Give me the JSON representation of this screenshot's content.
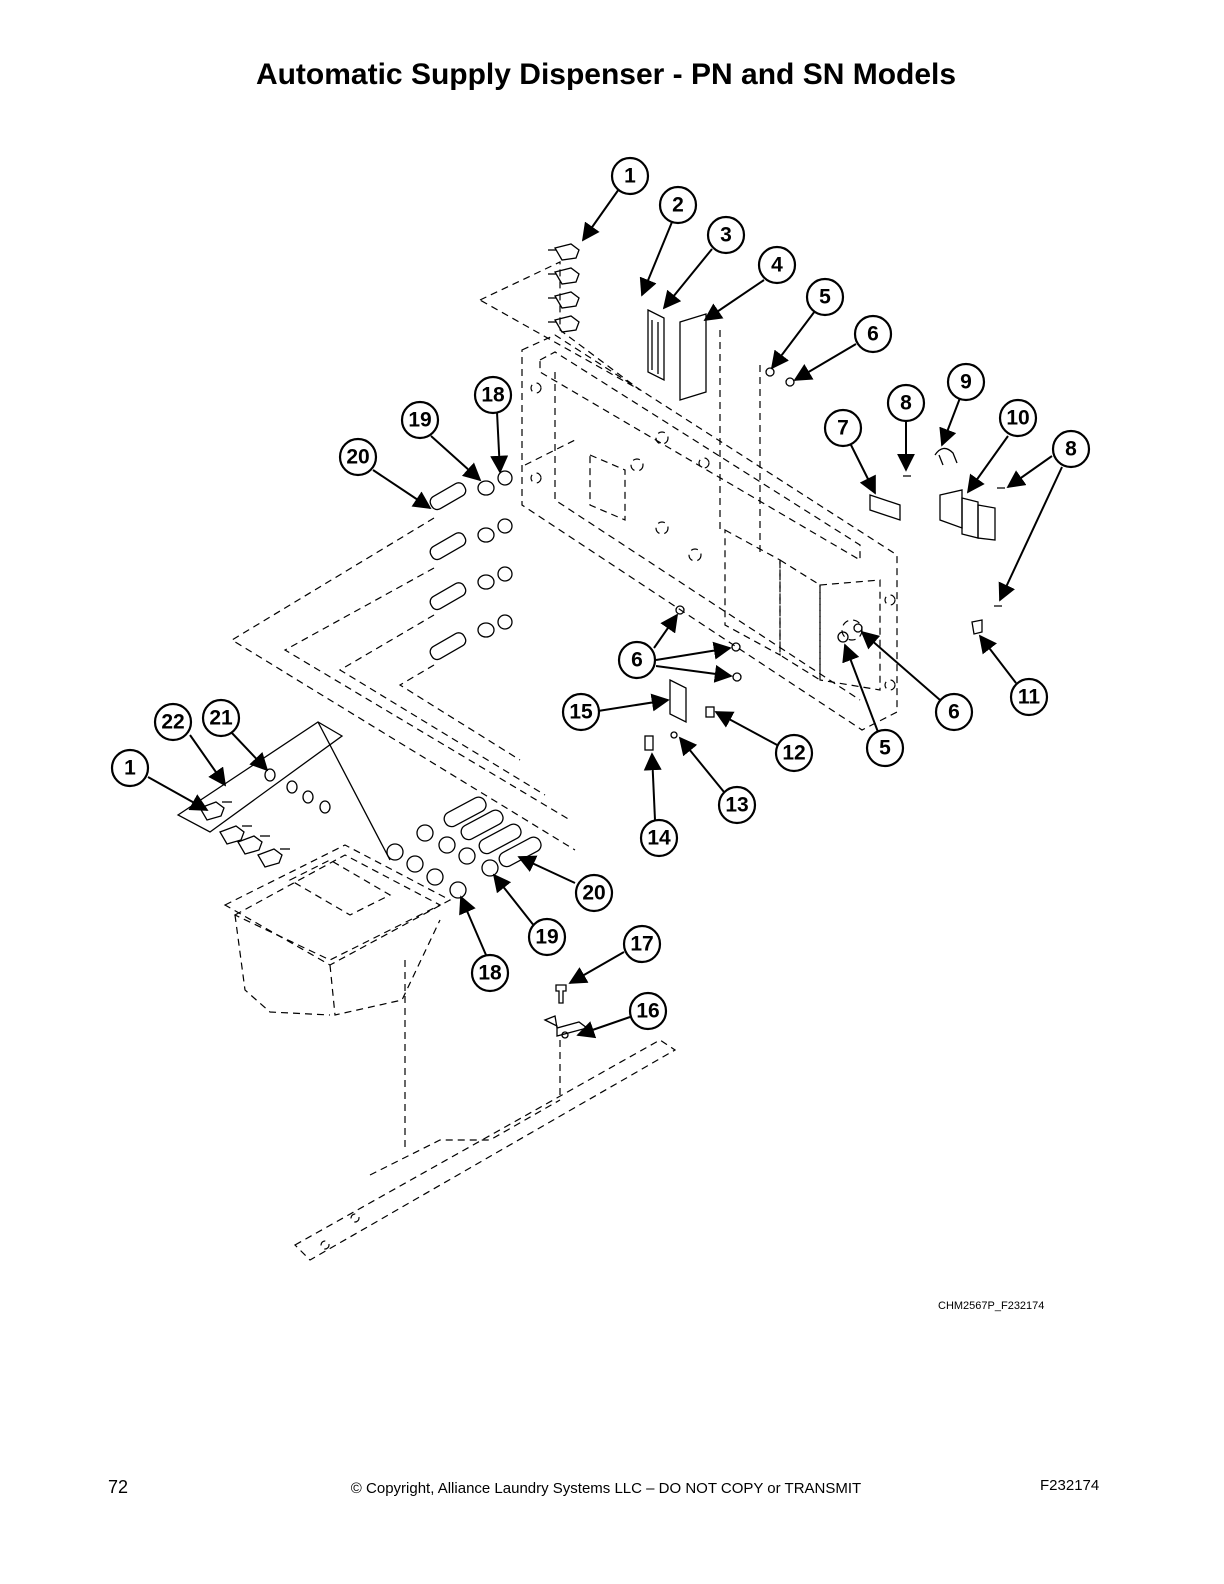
{
  "title": "Automatic Supply Dispenser - PN and SN Models",
  "diagram_ref": "CHM2567P_F232174",
  "footer": {
    "page_number": "72",
    "copyright": "© Copyright, Alliance Laundry Systems LLC – DO NOT COPY or TRANSMIT",
    "code": "F232174"
  },
  "callouts": [
    "1",
    "2",
    "3",
    "4",
    "5",
    "6",
    "7",
    "8",
    "9",
    "10",
    "8",
    "11",
    "6",
    "5",
    "6",
    "12",
    "15",
    "13",
    "14",
    "18",
    "19",
    "20",
    "21",
    "22",
    "1",
    "20",
    "19",
    "18",
    "17",
    "16"
  ]
}
